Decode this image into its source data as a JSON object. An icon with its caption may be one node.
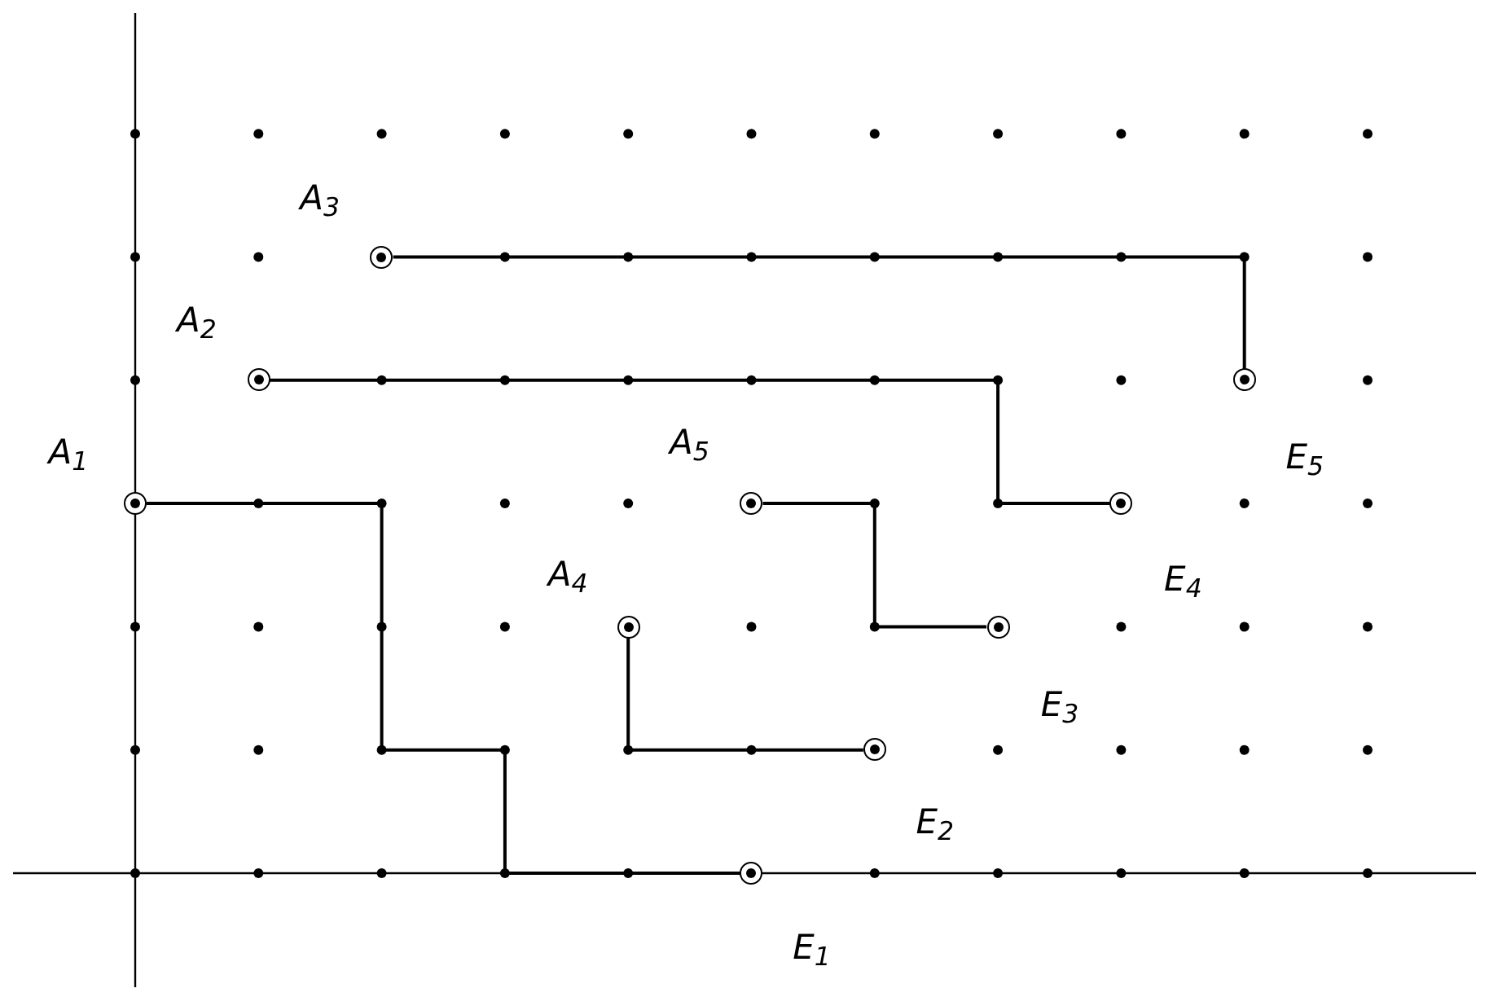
{
  "diagram": {
    "nodes": [
      {
        "text": [],
        "shape": "circle",
        "beside": [
          "A$_{1}$"
        ]
      },
      {
        "text": [],
        "shape": "circle",
        "beside": [
          "A$_{2}$"
        ]
      },
      {
        "text": [],
        "shape": "circle",
        "beside": [
          "A$_{3}$"
        ]
      },
      {
        "text": [],
        "shape": "circle",
        "beside": [
          "A$_{4}$"
        ]
      },
      {
        "text": [],
        "shape": "circle",
        "beside": [
          "A$_{5}$"
        ]
      },
      {
        "text": [],
        "shape": "circle",
        "beside": [
          "E$_{1}$"
        ]
      },
      {
        "text": [],
        "shape": "circle",
        "beside": [
          "E$_{2}$"
        ]
      },
      {
        "text": [],
        "shape": "circle",
        "beside": [
          "E$_{3}$"
        ]
      },
      {
        "text": [],
        "shape": "circle",
        "beside": [
          "E$_{4}$"
        ]
      },
      {
        "text": [],
        "shape": "circle",
        "beside": [
          "E$_{5}$"
        ]
      }
    ],
    "edges": [
      {
        "from": 0,
        "to": 5,
        "arrow": "none"
      },
      {
        "from": 1,
        "to": 8,
        "arrow": "none"
      },
      {
        "from": 2,
        "to": 9,
        "arrow": "none"
      },
      {
        "from": 3,
        "to": 6,
        "arrow": "none"
      },
      {
        "from": 4,
        "to": 7,
        "arrow": "none"
      }
    ]
  }
}
